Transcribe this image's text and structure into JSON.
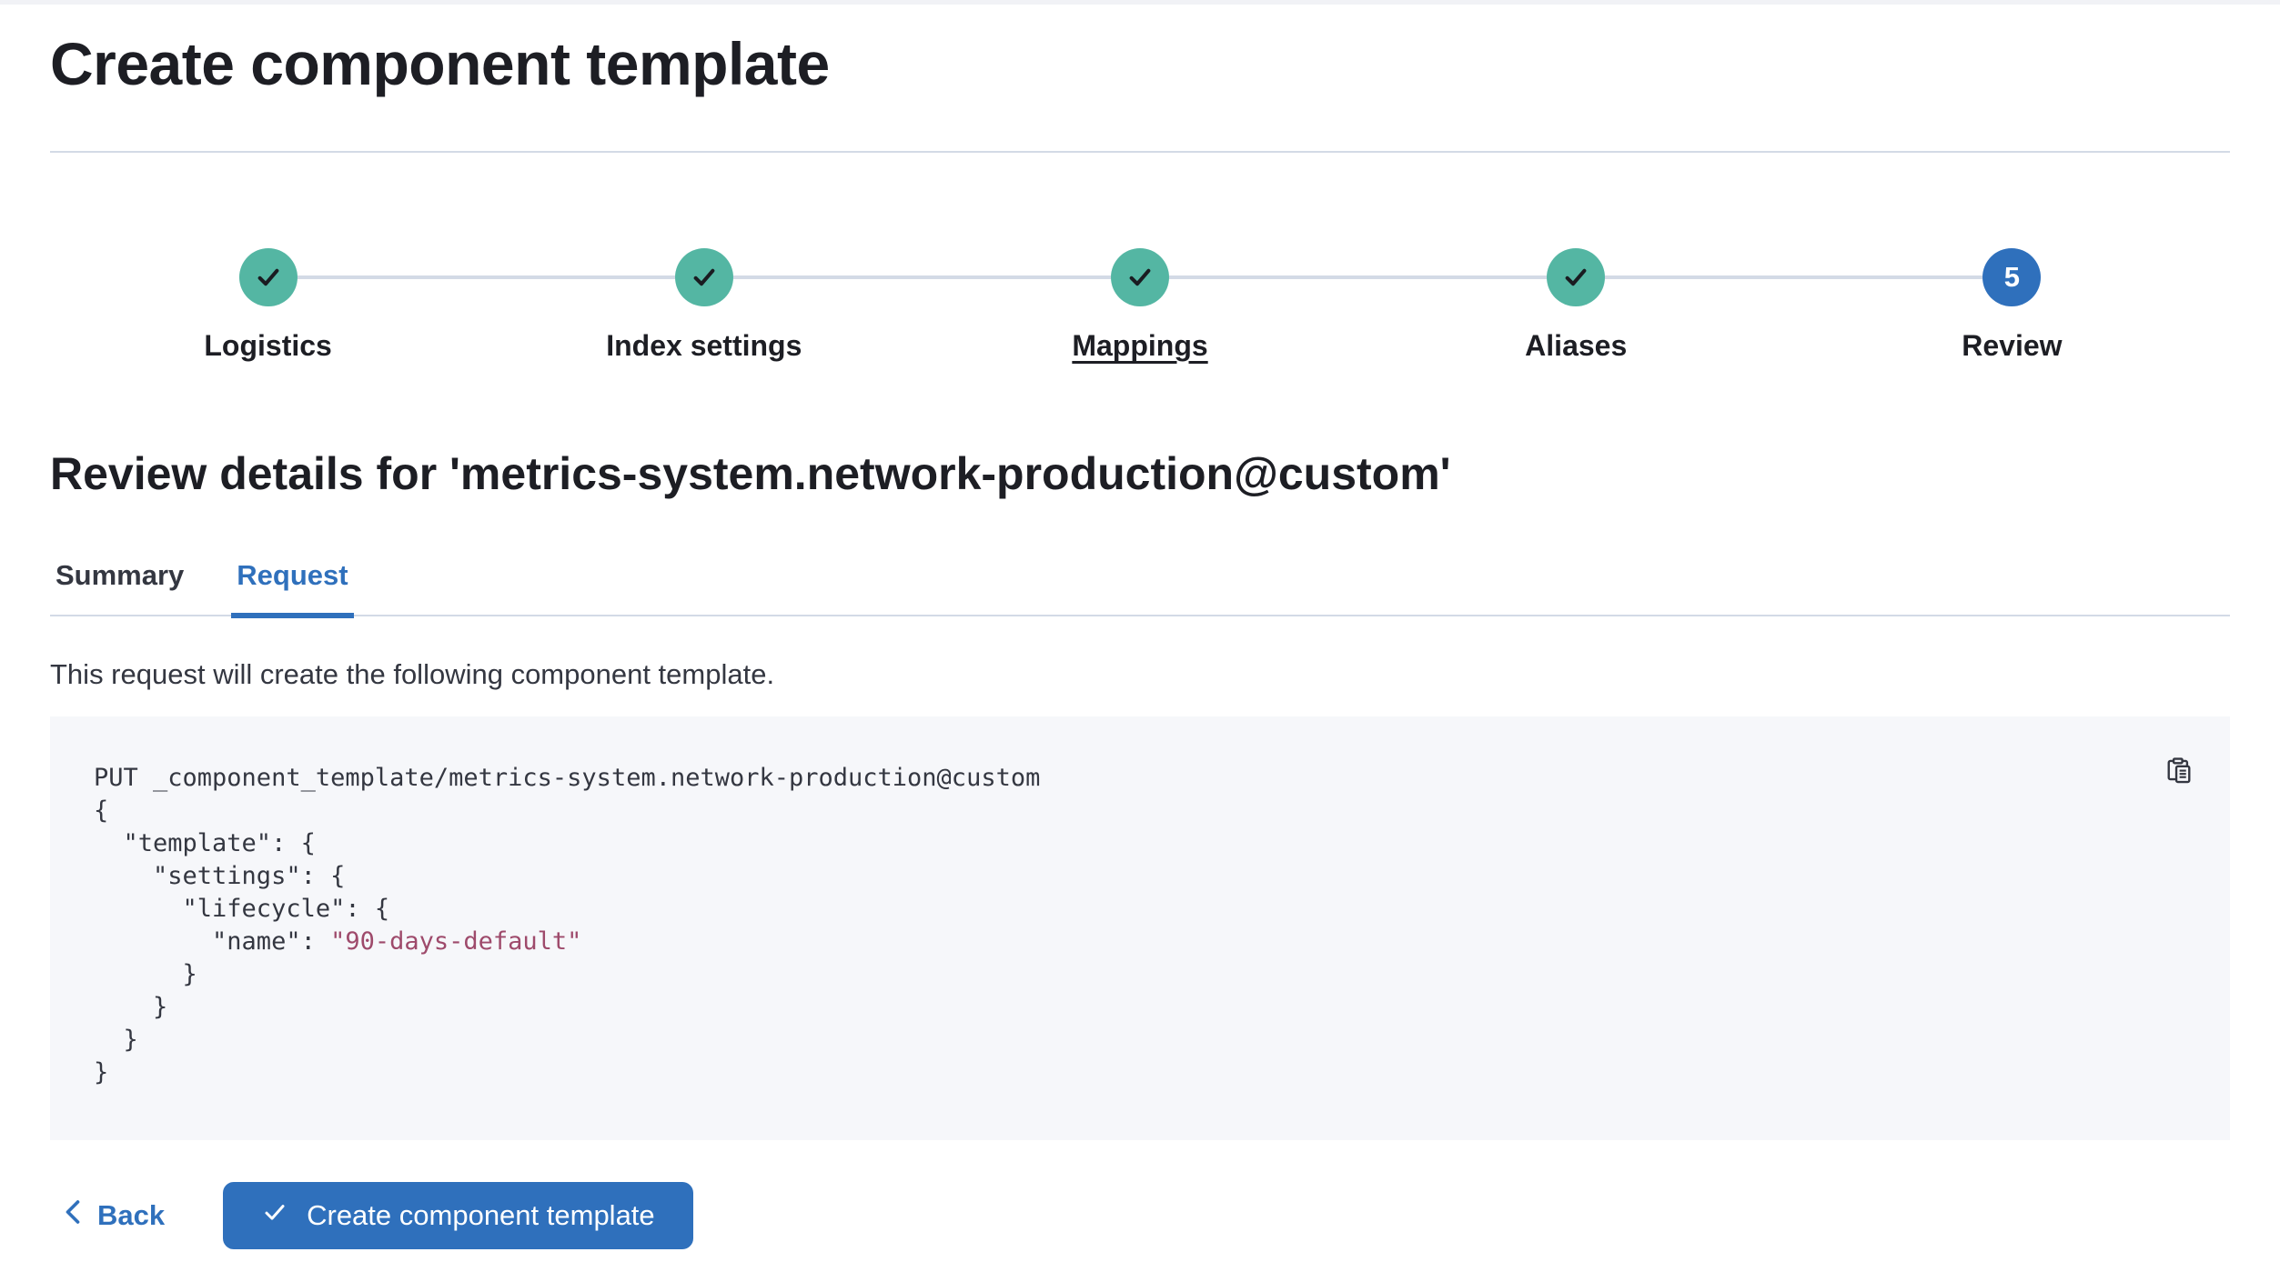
{
  "page": {
    "title": "Create component template"
  },
  "steps": {
    "items": [
      {
        "label": "Logistics",
        "status": "complete"
      },
      {
        "label": "Index settings",
        "status": "complete"
      },
      {
        "label": "Mappings",
        "status": "complete",
        "hovered": true
      },
      {
        "label": "Aliases",
        "status": "complete"
      },
      {
        "label": "Review",
        "status": "current",
        "number": "5"
      }
    ]
  },
  "review": {
    "heading": "Review details for 'metrics-system.network-production@custom'",
    "tabs": [
      {
        "label": "Summary",
        "active": false
      },
      {
        "label": "Request",
        "active": true
      }
    ],
    "description": "This request will create the following component template."
  },
  "request": {
    "lines": [
      [
        {
          "t": "PUT _component_template/metrics-system.network-production@custom"
        }
      ],
      [
        {
          "t": "{"
        }
      ],
      [
        {
          "t": "  \"template\": {"
        }
      ],
      [
        {
          "t": "    \"settings\": {"
        }
      ],
      [
        {
          "t": "      \"lifecycle\": {"
        }
      ],
      [
        {
          "t": "        \"name\": "
        },
        {
          "t": "\"90-days-default\"",
          "k": "string"
        }
      ],
      [
        {
          "t": "      }"
        }
      ],
      [
        {
          "t": "    }"
        }
      ],
      [
        {
          "t": "  }"
        }
      ],
      [
        {
          "t": "}"
        }
      ]
    ]
  },
  "icons": {
    "step_complete": "check-icon",
    "copy": "copy-clipboard-icon",
    "back": "chevron-left-icon",
    "create": "check-icon"
  },
  "footer": {
    "back_label": "Back",
    "create_label": "Create component template"
  },
  "colors": {
    "primary": "#2F70BC",
    "success": "#54B6A3",
    "divider": "#D3DAE6",
    "codebg": "#F6F7FA",
    "codestring": "#9E4A6B",
    "heading": "#1D1E24",
    "text": "#343741",
    "checkdark": "#1A1C21"
  }
}
